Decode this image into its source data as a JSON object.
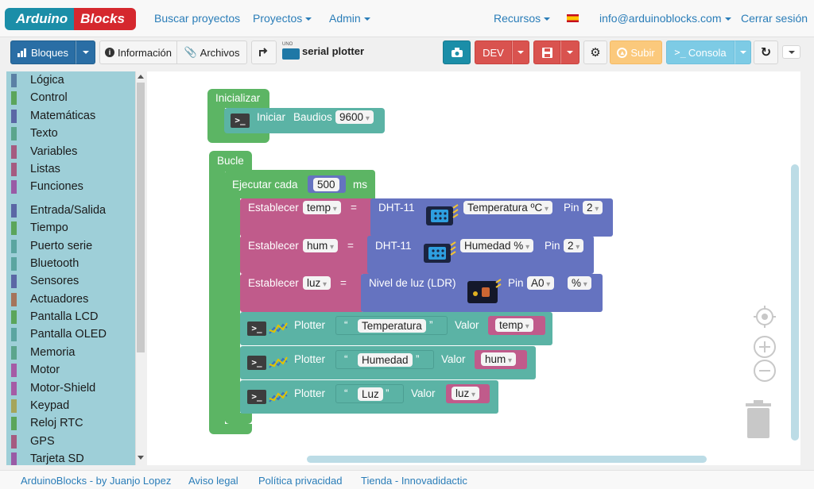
{
  "brand": {
    "part1": "Arduino",
    "part2": "Blocks"
  },
  "nav": {
    "buscar": "Buscar proyectos",
    "proyectos": "Proyectos",
    "admin": "Admin",
    "recursos": "Recursos",
    "user": "info@arduinoblocks.com",
    "logout": "Cerrar sesión"
  },
  "toolbar": {
    "bloques": "Bloques",
    "informacion": "Información",
    "archivos": "Archivos",
    "project_badge": "UNO",
    "project_name": "serial plotter",
    "dev": "DEV",
    "subir": "Subir",
    "consola": "Consola"
  },
  "categories": [
    {
      "label": "Lógica",
      "color": "#5b80a5"
    },
    {
      "label": "Control",
      "color": "#5ba55b"
    },
    {
      "label": "Matemáticas",
      "color": "#5b67a5"
    },
    {
      "label": "Texto",
      "color": "#5ba58c"
    },
    {
      "label": "Variables",
      "color": "#a55b80"
    },
    {
      "label": "Listas",
      "color": "#a55b80"
    },
    {
      "label": "Funciones",
      "color": "#995ba5"
    },
    {
      "label": "Entrada/Salida",
      "color": "#5b67a5"
    },
    {
      "label": "Tiempo",
      "color": "#5ba55b"
    },
    {
      "label": "Puerto serie",
      "color": "#5ba5a0"
    },
    {
      "label": "Bluetooth",
      "color": "#5ba5a0"
    },
    {
      "label": "Sensores",
      "color": "#5b67a5"
    },
    {
      "label": "Actuadores",
      "color": "#a5745b"
    },
    {
      "label": "Pantalla LCD",
      "color": "#5ba55b"
    },
    {
      "label": "Pantalla OLED",
      "color": "#5ba5a0"
    },
    {
      "label": "Memoria",
      "color": "#5ba58c"
    },
    {
      "label": "Motor",
      "color": "#a55ba5"
    },
    {
      "label": "Motor-Shield",
      "color": "#a55ba5"
    },
    {
      "label": "Keypad",
      "color": "#a5a55b"
    },
    {
      "label": "Reloj RTC",
      "color": "#5ba55b"
    },
    {
      "label": "GPS",
      "color": "#a55b80"
    },
    {
      "label": "Tarjeta SD",
      "color": "#995ba5"
    }
  ],
  "blocks": {
    "inicializar": "Inicializar",
    "iniciar": "Iniciar",
    "baudios": "Baudios",
    "baud_value": "9600",
    "bucle": "Bucle",
    "ejecutar": "Ejecutar cada",
    "interval": "500",
    "ms": "ms",
    "establecer": "Establecer",
    "eq": "=",
    "var_temp": "temp",
    "var_hum": "hum",
    "var_luz": "luz",
    "dht": "DHT-11",
    "temp_opt": "Temperatura ºC",
    "hum_opt": "Humedad %",
    "pin": "Pin",
    "pin2": "2",
    "ldr": "Nivel de luz (LDR)",
    "pin_a0": "A0",
    "pct": "%",
    "plotter": "Plotter",
    "valor": "Valor",
    "label_temp": "Temperatura",
    "label_hum": "Humedad",
    "label_luz": "Luz",
    "quote_open": "“",
    "quote_close": "”"
  },
  "footer": {
    "credits": "ArduinoBlocks - by Juanjo Lopez",
    "aviso": "Aviso legal",
    "privacidad": "Política privacidad",
    "tienda": "Tienda - Innovadidactic"
  }
}
